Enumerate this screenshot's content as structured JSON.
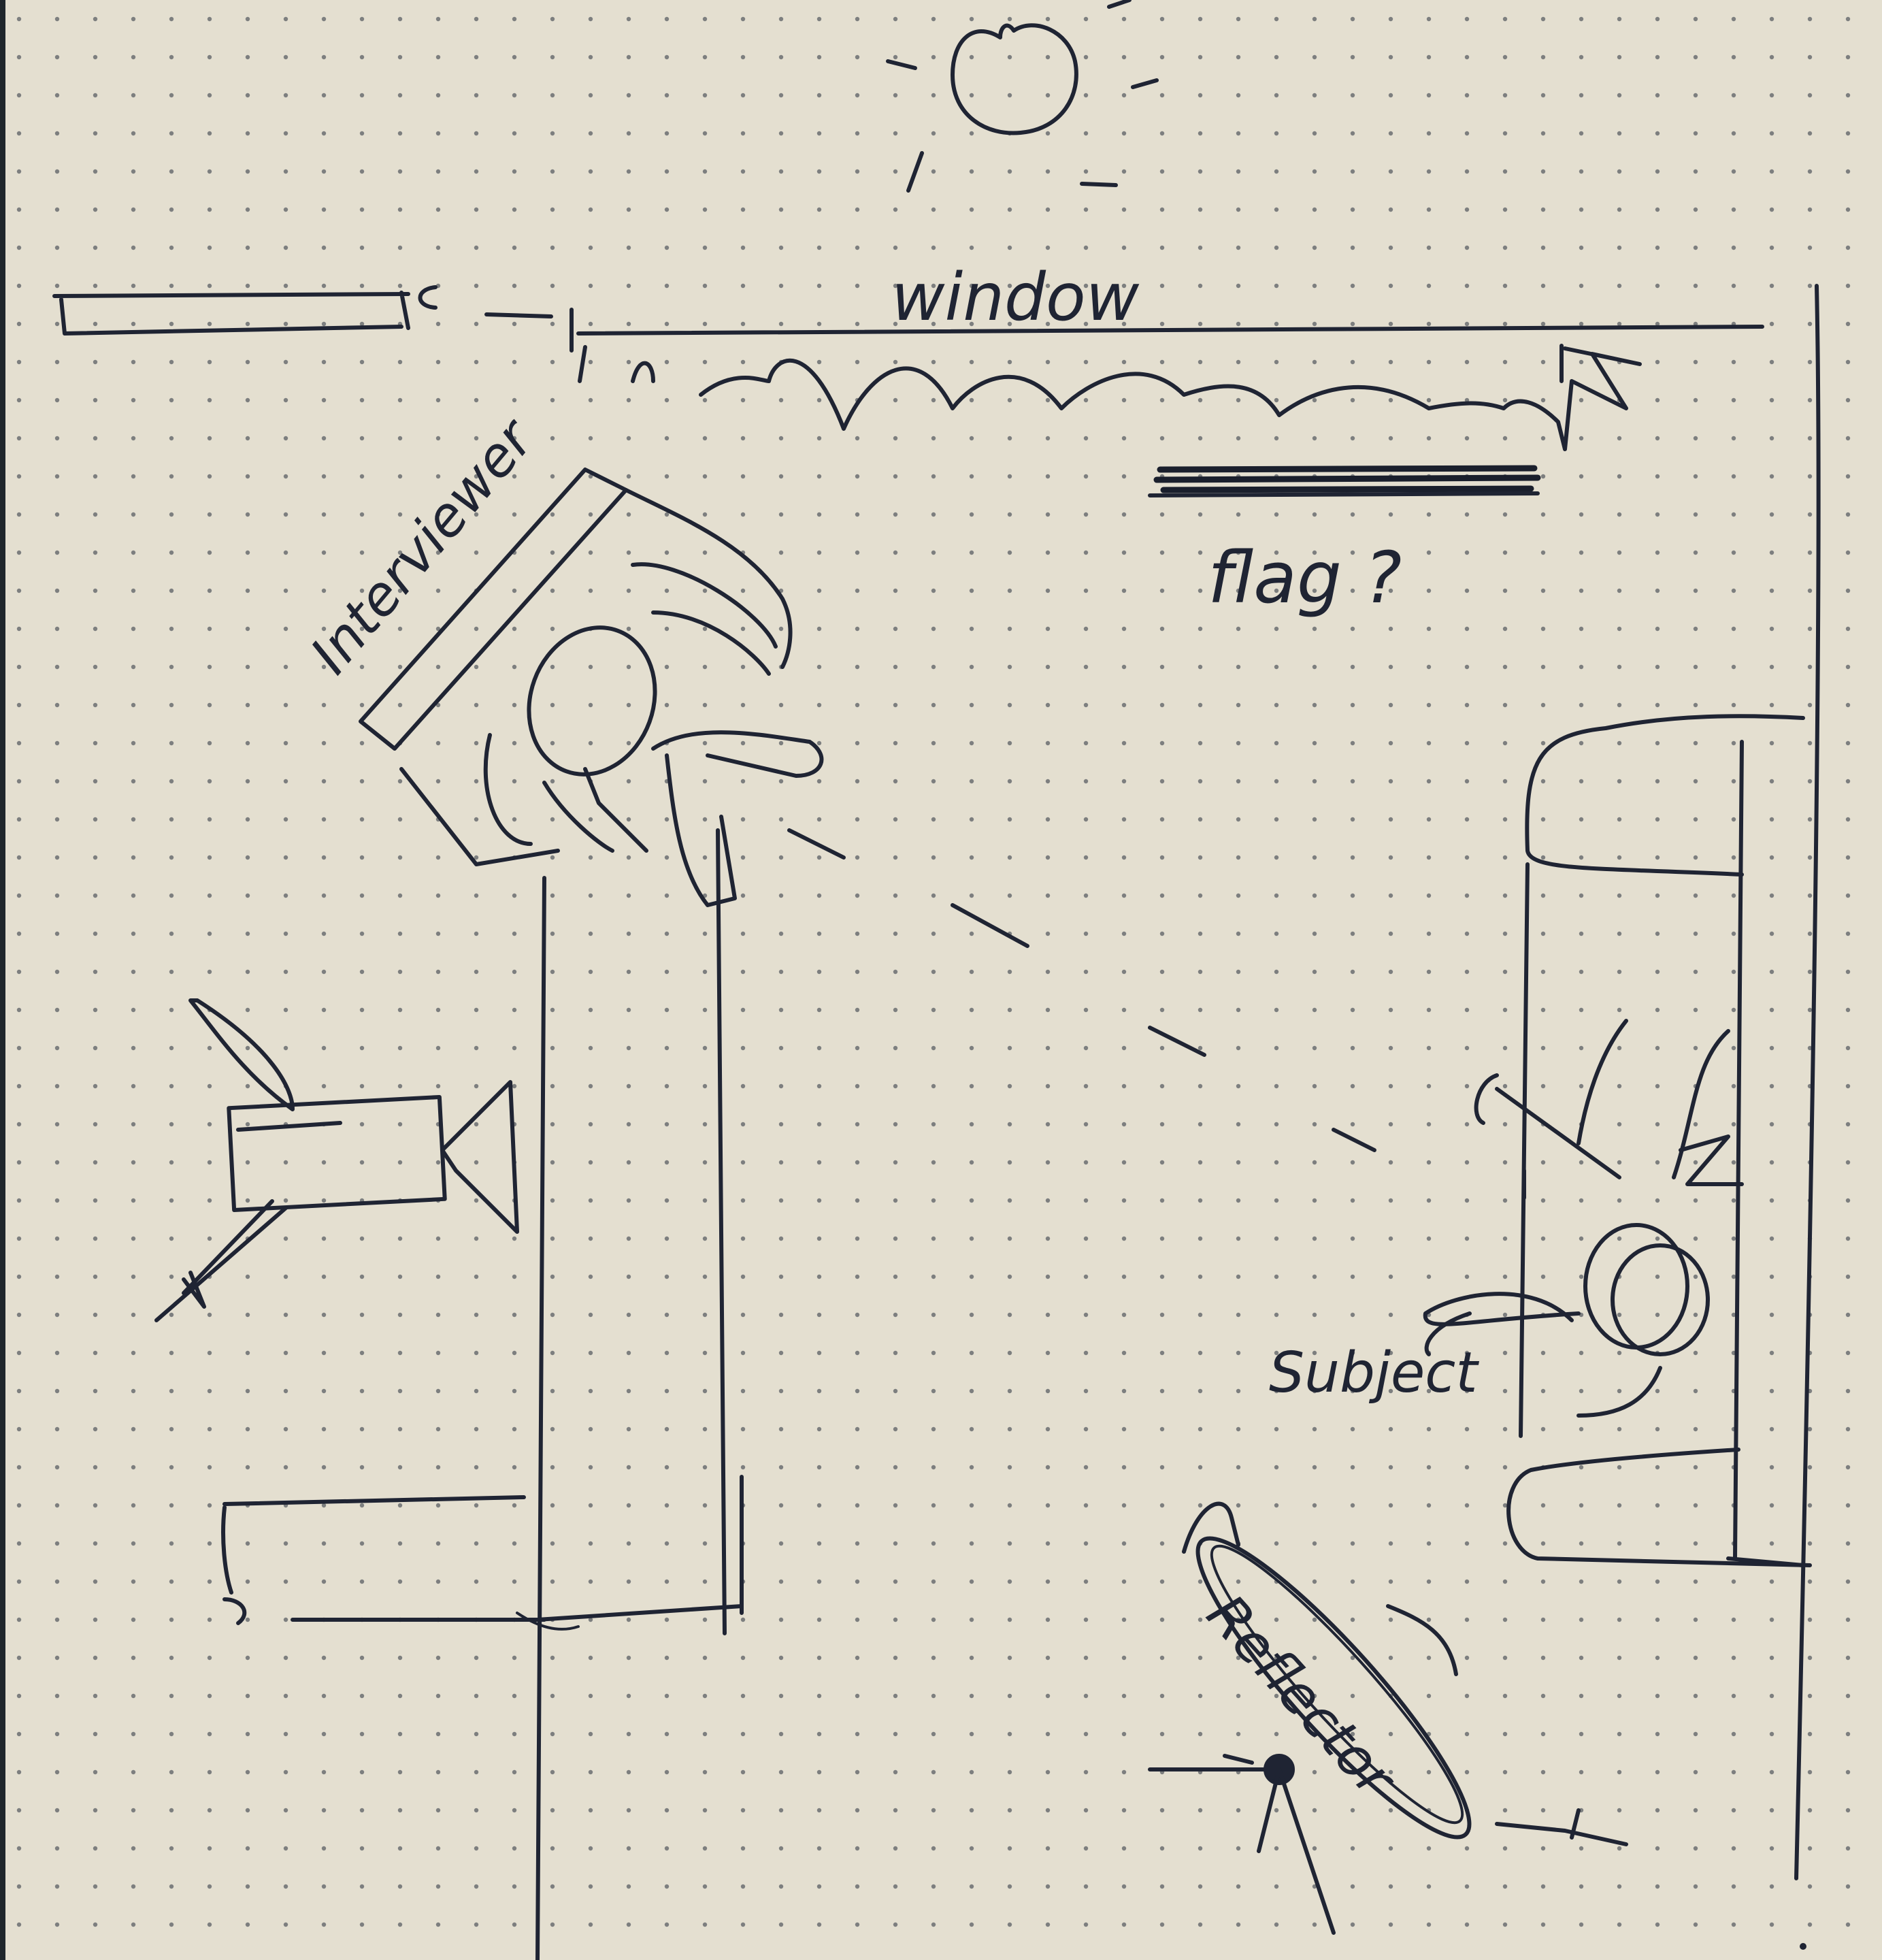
{
  "labels": {
    "window": "window",
    "flag": "flag ?",
    "interviewer": "Interviewer",
    "subject": "Subject",
    "reflector": "Reflector"
  },
  "colors": {
    "paper": "#e4dfd0",
    "ink": "#1f2433",
    "dots": "#5b5f64",
    "background": "#1f262b"
  },
  "icons": [
    "sun-icon",
    "camera-icon"
  ]
}
